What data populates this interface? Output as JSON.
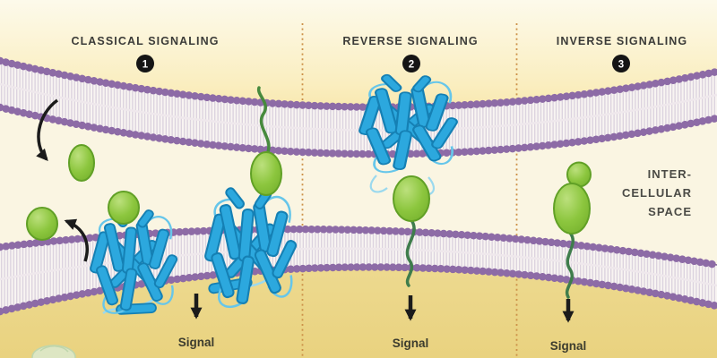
{
  "figure": {
    "panels": [
      {
        "title": "CLASSICAL SIGNALING",
        "step": "1",
        "signal": "Signal"
      },
      {
        "title": "REVERSE SIGNALING",
        "step": "2",
        "signal": "Signal"
      },
      {
        "title": "INVERSE SIGNALING",
        "step": "3",
        "signal": "Signal"
      }
    ],
    "region_label": {
      "line1": "INTER-",
      "line2": "CELLULAR",
      "line3": "SPACE"
    },
    "colors": {
      "protein_blue": "#2ca8de",
      "protein_blue_dark": "#1580b4",
      "ligand_green": "#7fbc33",
      "ligand_green_dark": "#61a026",
      "membrane_purple": "#8d6ba6",
      "membrane_fill": "#f8f4f2",
      "divider_orange": "#cc9148",
      "arrow_black": "#1b1b1b",
      "top_cell_yellow": "#f5dd92",
      "intercellular_cream": "#faf5e2",
      "cytoplasm_khaki": "#e9d27f"
    }
  }
}
